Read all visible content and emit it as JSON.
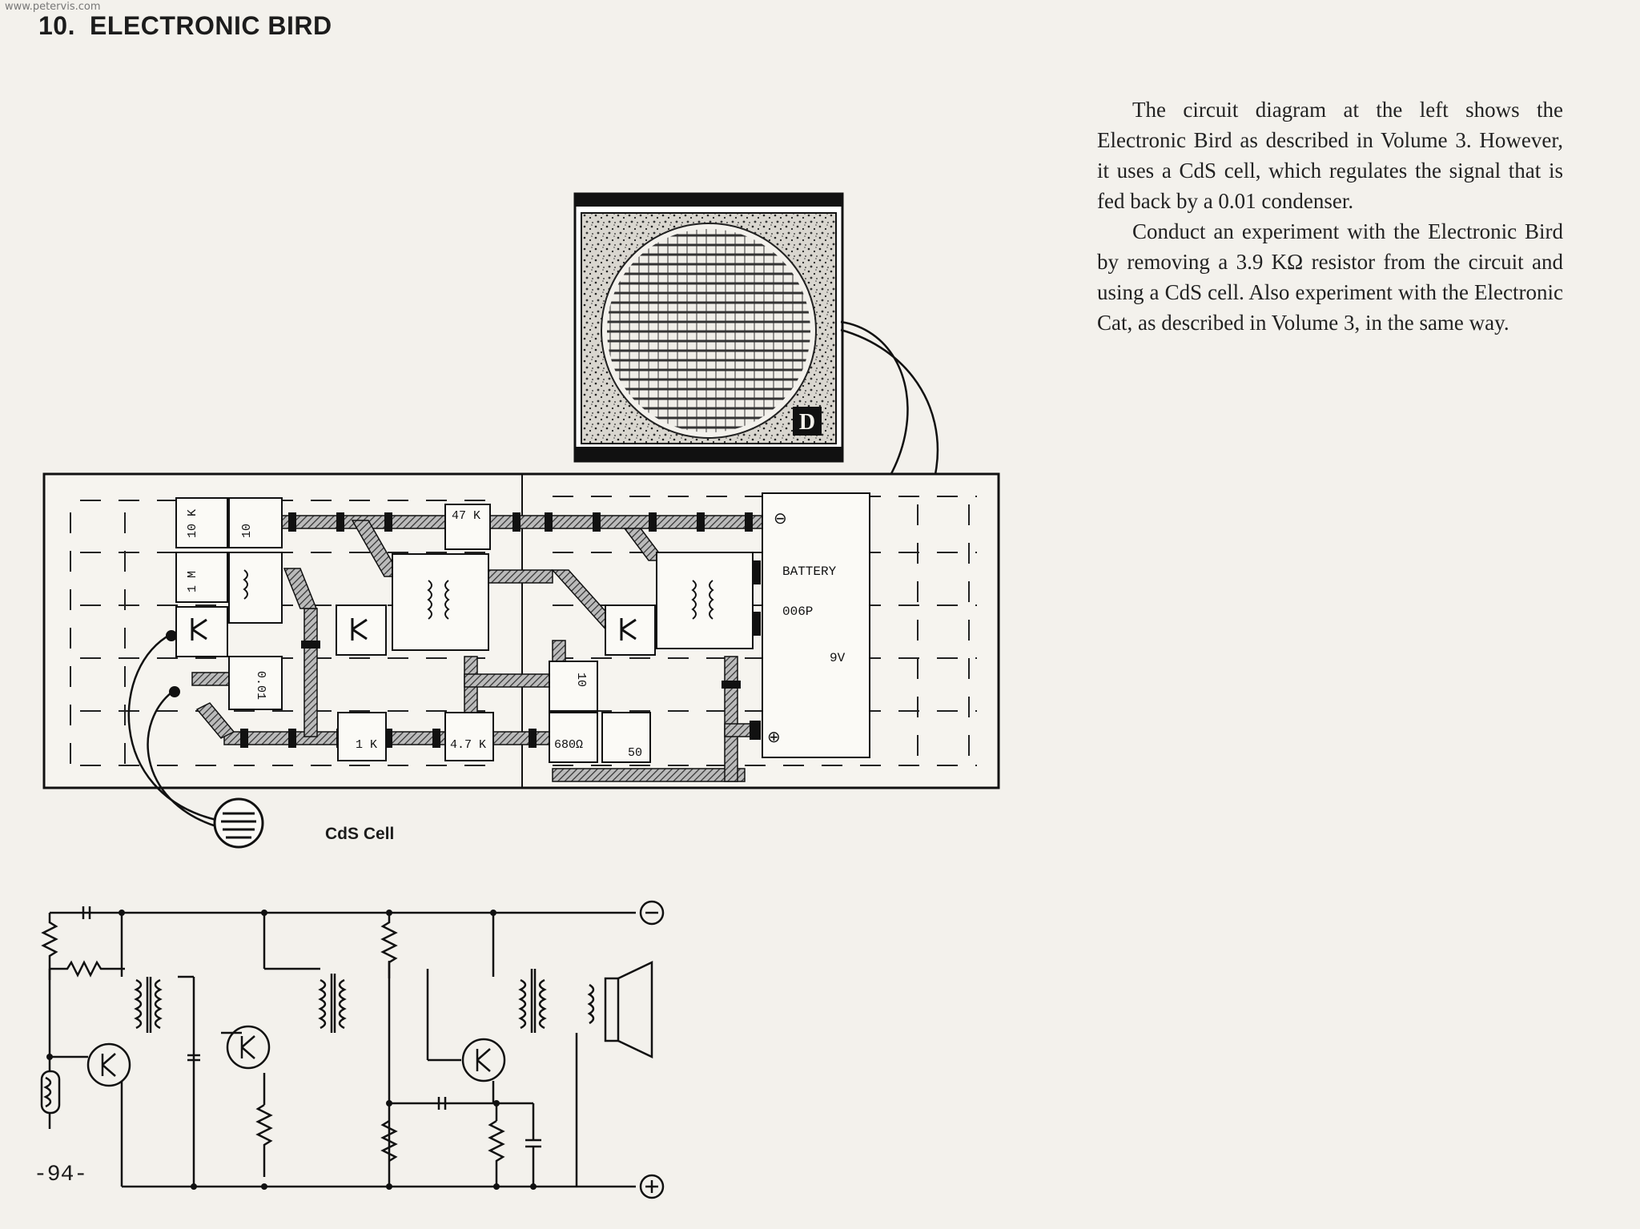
{
  "watermark": "www.petervis.com",
  "title": {
    "number": "10.",
    "text": "ELECTRONIC BIRD"
  },
  "paragraphs": [
    "The circuit diagram at the left shows the Electronic Bird as described in Volume 3. However, it uses a CdS cell, which regulates the signal that is fed back by a 0.01 condenser.",
    "Conduct an experiment with the Electronic Bird by removing a 3.9 KΩ resistor from the circuit and using a CdS cell. Also experiment with the Electronic Cat, as described in Volume 3, in the same way."
  ],
  "board": {
    "battery_label": "BATTERY",
    "battery_code": "006P",
    "battery_voltage": "9V",
    "terminal_minus": "⊖",
    "terminal_plus": "⊕",
    "components": {
      "r_10k": "10 K",
      "c_10": "10",
      "r_1m": "1 M",
      "c_001": "0.01",
      "r_47k": "47 K",
      "r_1k": "1 K",
      "r_47k_small": "4.7 K",
      "c_10b": "10",
      "r_680": "680Ω",
      "c_50": "50"
    }
  },
  "cds_label": "CdS Cell",
  "schematic": {
    "minus_symbol": "⊖",
    "plus_symbol": "⊕"
  },
  "page_number": "-94-"
}
